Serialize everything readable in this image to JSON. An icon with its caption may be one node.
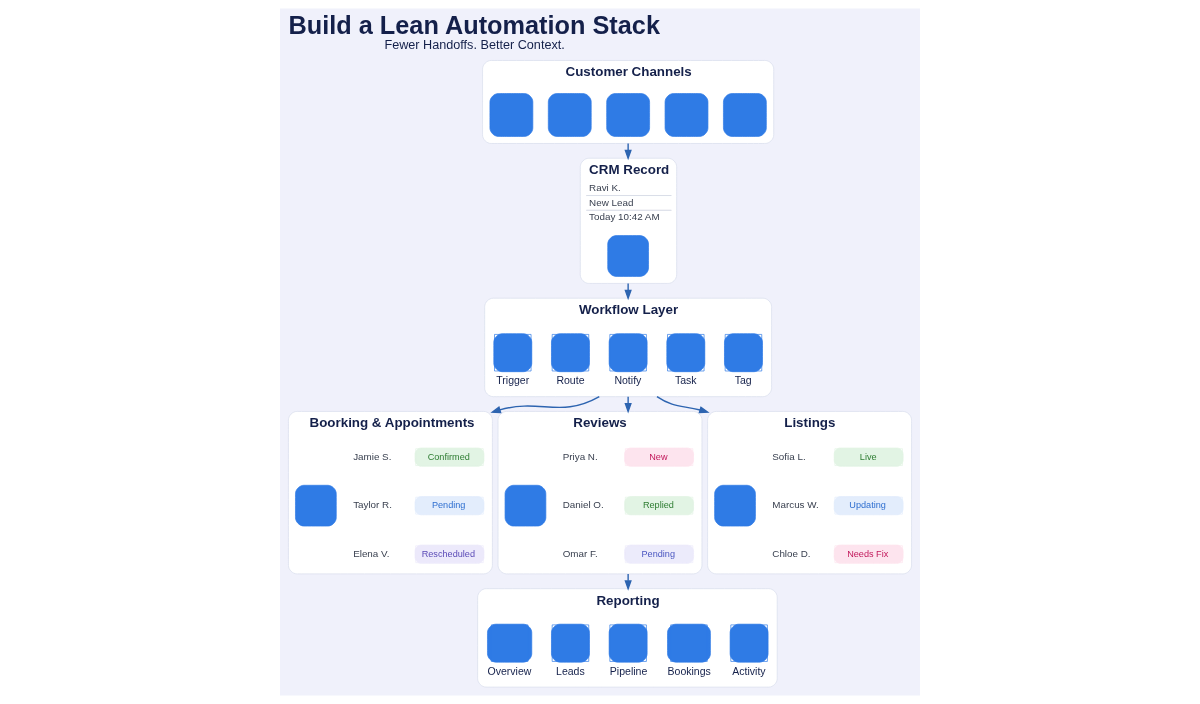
{
  "diagram": {
    "title": "Build a Lean Automation Stack",
    "caption": "Fewer Handoffs. Better Context.",
    "nodes": [
      {
        "text": [
          "Customer Channels"
        ]
      },
      {
        "text": [],
        "shape": "box",
        "in": 0
      },
      {
        "text": [],
        "shape": "box",
        "in": 0
      },
      {
        "text": [],
        "shape": "box",
        "in": 0
      },
      {
        "text": [],
        "shape": "box",
        "in": 0
      },
      {
        "text": [],
        "shape": "box",
        "in": 0
      },
      {
        "text": [
          "CRM Record",
          "Ravi K.",
          "New Lead",
          "Today 10:42 AM"
        ]
      },
      {
        "text": [],
        "shape": "box",
        "in": 6
      },
      {
        "text": [
          "Workflow Layer"
        ]
      },
      {
        "text": [
          "Trigger"
        ],
        "in": 8
      },
      {
        "text": [
          "Route"
        ],
        "in": 8
      },
      {
        "text": [
          "Notify"
        ],
        "in": 8
      },
      {
        "text": [
          "Task"
        ],
        "in": 8
      },
      {
        "text": [
          "Tag"
        ],
        "in": 8
      },
      {
        "text": [
          "Boorking & Appointments"
        ]
      },
      {
        "text": [],
        "shape": "box",
        "in": 14
      },
      {
        "text": [
          "Confirmed"
        ],
        "beside": [
          "Jamie S."
        ],
        "in": 14
      },
      {
        "text": [
          "Pending"
        ],
        "beside": [
          "Taylor R."
        ],
        "in": 14
      },
      {
        "text": [
          "Rescheduled"
        ],
        "beside": [
          "Elena V."
        ],
        "in": 14
      },
      {
        "text": [
          "Reviews"
        ]
      },
      {
        "text": [],
        "shape": "box",
        "in": 19
      },
      {
        "text": [
          "New"
        ],
        "beside": [
          "Priya N."
        ],
        "in": 19
      },
      {
        "text": [
          "Replied"
        ],
        "beside": [
          "Daniel O."
        ],
        "in": 19
      },
      {
        "text": [
          "Pending"
        ],
        "beside": [
          "Omar F."
        ],
        "in": 19
      },
      {
        "text": [
          "Listings"
        ]
      },
      {
        "text": [],
        "shape": "box",
        "in": 24
      },
      {
        "text": [
          "Live"
        ],
        "beside": [
          "Sofia L."
        ],
        "in": 24
      },
      {
        "text": [
          "Updating"
        ],
        "beside": [
          "Marcus W."
        ],
        "in": 24
      },
      {
        "text": [
          "Needs Fix"
        ],
        "beside": [
          "Chloe D."
        ],
        "in": 24
      },
      {
        "text": [
          "Reporting"
        ]
      },
      {
        "text": [
          "Overview"
        ],
        "in": 29
      },
      {
        "text": [
          "Leads"
        ],
        "in": 29
      },
      {
        "text": [
          "Pipeline"
        ],
        "in": 29
      },
      {
        "text": [
          "Bookings"
        ],
        "in": 29
      },
      {
        "text": [
          "Activity"
        ],
        "in": 29
      }
    ],
    "edges": [
      {
        "from": 0,
        "to": 6,
        "arrow": "to"
      },
      {
        "from": 6,
        "to": 8,
        "arrow": "to"
      },
      {
        "from": 8,
        "to": 14,
        "arrow": "to"
      },
      {
        "from": 8,
        "to": 19,
        "arrow": "to"
      },
      {
        "from": 8,
        "to": 24,
        "arrow": "to"
      },
      {
        "from": 19,
        "to": 29,
        "arrow": "to"
      }
    ]
  }
}
